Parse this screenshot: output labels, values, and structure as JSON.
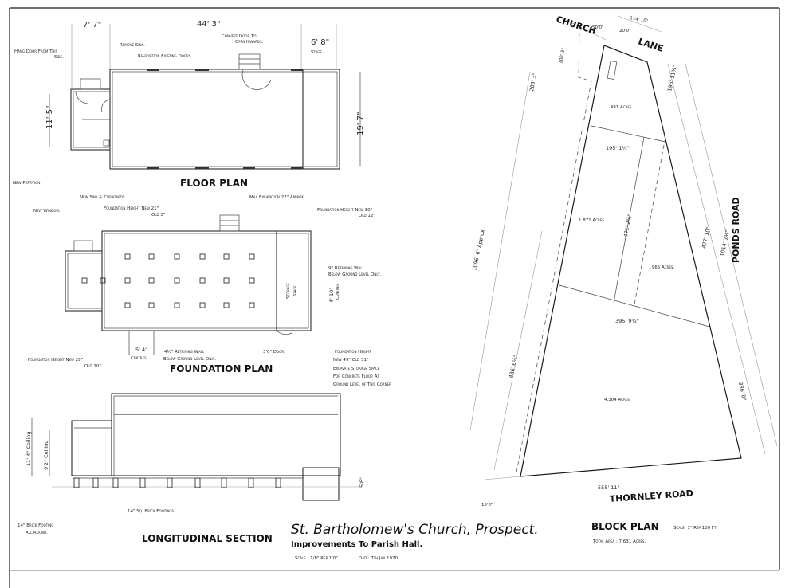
{
  "floor_plan": {
    "title": "FLOOR PLAN",
    "dim_annex_width": "7' 7\"",
    "dim_length": "44' 3\"",
    "dim_stage": "6' 8\"",
    "stage_label": "Stage.",
    "dim_annex_depth": "11' 5\"",
    "dim_width": "19' 7\"",
    "notes": {
      "hang_door_1": "Hang Door From This",
      "hang_door_2": "Side.",
      "remove_sink": "Remove Sink.",
      "reposition_doors": "Re-position Existing Doors.",
      "convert_door_1": "Convert Door To",
      "convert_door_2": "Open Inwards.",
      "new_partition": "New Partition.",
      "new_sink": "New Sink & Cupboards.",
      "new_window": "New Window.",
      "max_excavation": "Max Excavation 22\" Approx."
    }
  },
  "foundation_plan": {
    "title": "FOUNDATION PLAN",
    "height_a_1": "Foundation Height  New  21\"",
    "height_a_2": "Old   3\"",
    "height_b_1": "Foundation Height  New  30\"",
    "height_b_2": "Old  12\"",
    "retaining_9_1": "9\" Retaining Wall",
    "retaining_9_2": "Below Ground Level Only.",
    "dim_centres_4_10": "4' 10\"",
    "centres_label": "Centres",
    "storage_1": "Storage",
    "storage_2": "Space.",
    "dim_centres_5_4": "5' 4\"",
    "centres_label_2": "Centres.",
    "retaining_45_1": "4½\" Retaining Wall",
    "retaining_45_2": "Below Ground Level Only.",
    "door": "3'0\" Door.",
    "height_c_1": "Foundation Height  New  28\"",
    "height_c_2": "Old  10\"",
    "height_d_1": "Foundation Height",
    "height_d_2": "New 49\"   Old  31\"",
    "excavate_1": "Excavate Storage Space",
    "excavate_2": "For Concrete Floor At",
    "excavate_3": "Ground Level of This Corner"
  },
  "section": {
    "title": "LONGITUDINAL SECTION",
    "ceiling_high": "11' 4\" Ceiling",
    "ceiling_low": "9'2\" Ceiling",
    "dim_storage": "5'6\"",
    "footings": "14\" Sq. Brick Footings.",
    "footing_round_1": "14\" Brick Footing",
    "footing_round_2": "All Round."
  },
  "title_block": {
    "title": "St. Bartholomew's Church, Prospect.",
    "subtitle": "Improvements To Parish Hall.",
    "scale": "Scale : 1/8\" Rep 1'0\"",
    "date": "Date: 7th Jan 1970."
  },
  "block_plan": {
    "title": "BLOCK PLAN",
    "scale": "Scale: 1\" Rep 100 Ft.",
    "total_area": "Total Area : 7.631 Acres.",
    "roads": {
      "church": "CHURCH",
      "lane": "LANE",
      "ponds": "PONDS ROAD",
      "thornley": "THORNLEY ROAD"
    },
    "dims": {
      "d50": "50'0\"",
      "d114": "114' 10\"",
      "d20": "20'0\"",
      "d100": "100' 3\"",
      "d205": "205' 3\"",
      "d195a": "195' 11¾\"",
      "d195b": "195' 1¼\"",
      "d471": "471' 2½\"",
      "d477": "477' 10\"",
      "d1014": "1014' 7⅜\"",
      "d1096": "1096' 6\" Approx.",
      "d395": "395' 9¾\"",
      "d486": "486' 6½\"",
      "d336": "336' 8\"",
      "d555": "555' 11\"",
      "d15": "15'0\""
    },
    "areas": {
      "a1": ".491 Acres.",
      "a2": "1.871 Acres.",
      "a3": ".965 Acres.",
      "a4": "4.304 Acres."
    }
  }
}
